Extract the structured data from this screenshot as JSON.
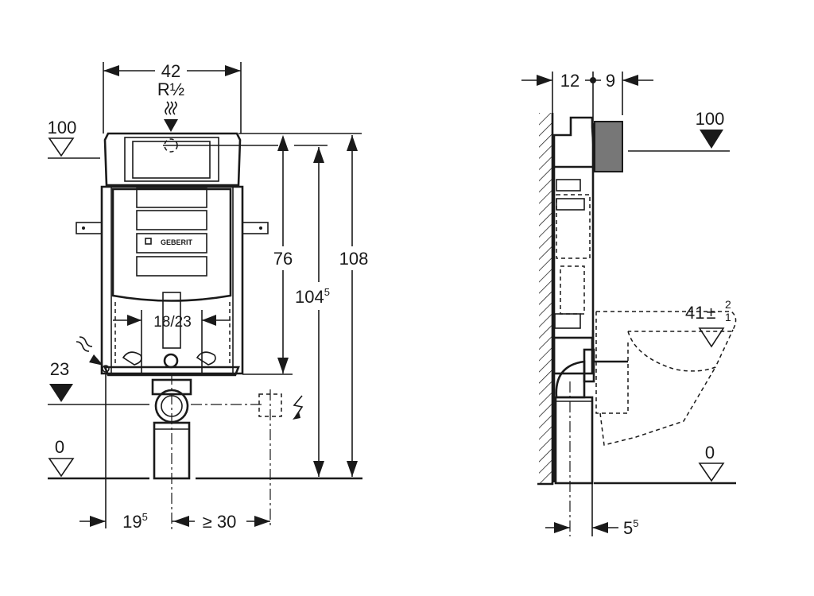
{
  "front_view": {
    "width": "42",
    "water_inlet": "R½",
    "level_100": "100",
    "level_23": "23",
    "level_0": "0",
    "height_76": "76",
    "height_1045_main": "104",
    "height_1045_sup": "5",
    "height_108": "108",
    "drain_width": "18/23",
    "offset_195_main": "19",
    "offset_195_sup": "5",
    "min_30": "≥ 30",
    "logo": "GEBERIT"
  },
  "side_view": {
    "depth_12": "12",
    "depth_9": "9",
    "level_100": "100",
    "bowl_height_main": "41",
    "bowl_tol_plus": "2",
    "bowl_tol_minus": "1",
    "bowl_tol_sign": "±",
    "level_0": "0",
    "offset_55_main": "5",
    "offset_55_sup": "5"
  },
  "colors": {
    "ink": "#1a1a1a",
    "background": "#ffffff"
  }
}
